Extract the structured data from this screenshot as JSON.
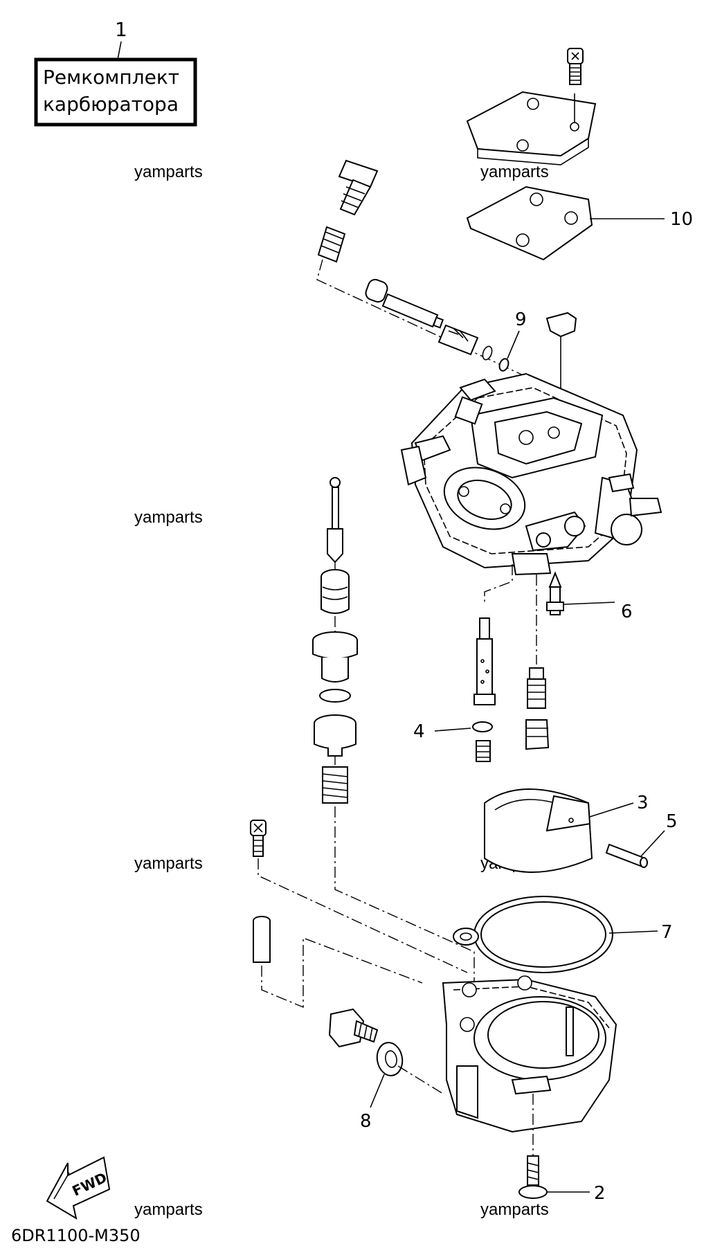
{
  "diagram_code": "6DR1100-M350",
  "kit_label": {
    "number": "1",
    "line1": "Ремкомплект",
    "line2": "карбюратора"
  },
  "watermark": "yamparts",
  "fwd_arrow": "FWD",
  "callouts": [
    "2",
    "3",
    "4",
    "5",
    "6",
    "7",
    "8",
    "9",
    "10"
  ]
}
